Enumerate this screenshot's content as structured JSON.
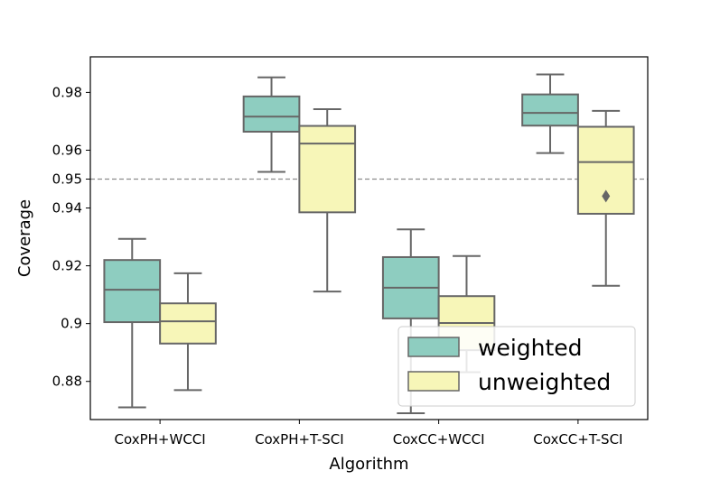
{
  "chart_data": {
    "type": "boxplot",
    "title": "",
    "xlabel": "Algorithm",
    "ylabel": "Coverage",
    "categories": [
      "CoxPH+WCCI",
      "CoxPH+T-SCI",
      "CoxCC+WCCI",
      "CoxCC+T-SCI"
    ],
    "y_ticks": [
      0.88,
      0.9,
      0.92,
      0.94,
      0.95,
      0.96,
      0.98
    ],
    "y_tick_labels": [
      "0.88",
      "0.9",
      "0.92",
      "0.94",
      "0.95",
      "0.96",
      "0.98"
    ],
    "ylim": [
      0.8668,
      0.9923
    ],
    "reference_line": {
      "y": 0.95,
      "style": "dashed",
      "color": "#8c8c8c"
    },
    "grid": false,
    "legend_position": "bottom-right",
    "series": [
      {
        "name": "weighted",
        "color": "#8ecdc0",
        "boxes": [
          {
            "whislo": 0.871,
            "q1": 0.9005,
            "med": 0.9117,
            "q3": 0.922,
            "whishi": 0.9293,
            "fliers": []
          },
          {
            "whislo": 0.9525,
            "q1": 0.9664,
            "med": 0.9716,
            "q3": 0.9786,
            "whishi": 0.9852,
            "fliers": []
          },
          {
            "whislo": 0.869,
            "q1": 0.9018,
            "med": 0.9124,
            "q3": 0.923,
            "whishi": 0.9326,
            "fliers": []
          },
          {
            "whislo": 0.959,
            "q1": 0.9685,
            "med": 0.9729,
            "q3": 0.9793,
            "whishi": 0.9862,
            "fliers": []
          }
        ]
      },
      {
        "name": "unweighted",
        "color": "#f7f6b8",
        "boxes": [
          {
            "whislo": 0.877,
            "q1": 0.8931,
            "med": 0.9008,
            "q3": 0.907,
            "whishi": 0.9174,
            "fliers": []
          },
          {
            "whislo": 0.9111,
            "q1": 0.9385,
            "med": 0.9623,
            "q3": 0.9684,
            "whishi": 0.9742,
            "fliers": []
          },
          {
            "whislo": 0.8832,
            "q1": 0.8908,
            "med": 0.9002,
            "q3": 0.9095,
            "whishi": 0.9234,
            "fliers": []
          },
          {
            "whislo": 0.9131,
            "q1": 0.938,
            "med": 0.9559,
            "q3": 0.9681,
            "whishi": 0.9736,
            "fliers": [
              0.9441
            ]
          }
        ]
      }
    ]
  }
}
